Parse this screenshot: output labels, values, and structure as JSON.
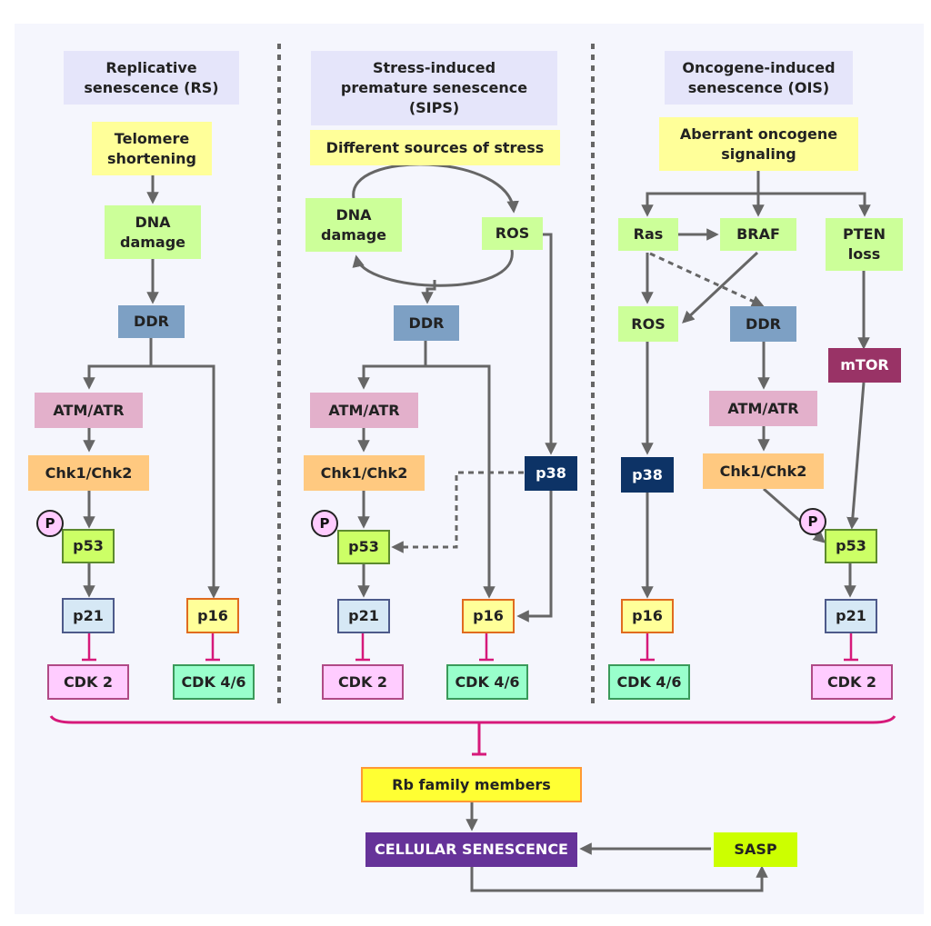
{
  "columns": {
    "rs": {
      "header": "Replicative\nsenescence (RS)",
      "trigger": "Telomere\nshortening",
      "dna_damage": "DNA\ndamage",
      "ddr": "DDR",
      "atm_atr": "ATM/ATR",
      "chk": "Chk1/Chk2",
      "phospho": "P",
      "p53": "p53",
      "p21": "p21",
      "p16": "p16",
      "cdk2": "CDK 2",
      "cdk46": "CDK 4/6"
    },
    "sips": {
      "header": "Stress-induced\npremature senescence\n(SIPS)",
      "trigger": "Different sources of stress",
      "dna_damage": "DNA\ndamage",
      "ros": "ROS",
      "ddr": "DDR",
      "atm_atr": "ATM/ATR",
      "chk": "Chk1/Chk2",
      "p38": "p38",
      "phospho": "P",
      "p53": "p53",
      "p21": "p21",
      "p16": "p16",
      "cdk2": "CDK 2",
      "cdk46": "CDK 4/6"
    },
    "ois": {
      "header": "Oncogene-induced\nsenescence (OIS)",
      "trigger": "Aberrant oncogene\nsignaling",
      "ras": "Ras",
      "braf": "BRAF",
      "pten": "PTEN\nloss",
      "ros": "ROS",
      "ddr": "DDR",
      "mtor": "mTOR",
      "atm_atr": "ATM/ATR",
      "chk": "Chk1/Chk2",
      "p38": "p38",
      "phospho": "P",
      "p53": "p53",
      "p21": "p21",
      "p16": "p16",
      "cdk46": "CDK 4/6",
      "cdk2": "CDK 2"
    }
  },
  "bottom": {
    "rb": "Rb family members",
    "senescence": "CELLULAR SENESCENCE",
    "sasp": "SASP"
  },
  "colors": {
    "arrow": "#666666",
    "inhibition": "#d6197a",
    "divider": "#666666"
  }
}
